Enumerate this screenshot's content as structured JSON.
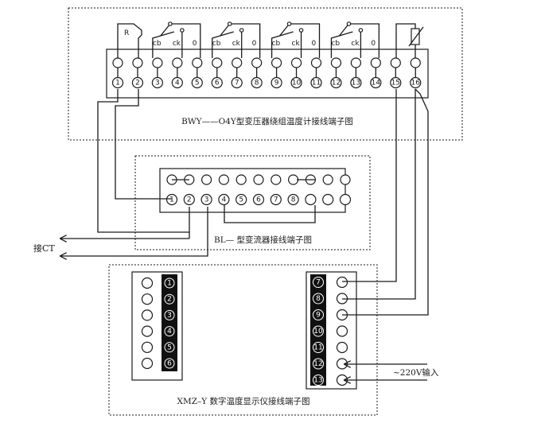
{
  "bwy": {
    "title": "BWY——O4Y型变压器绕组温度计接线端子图",
    "r_label": "R",
    "switch_labels": [
      "cb",
      "ck",
      "0"
    ],
    "terminals": [
      "1",
      "2",
      "3",
      "4",
      "5",
      "6",
      "7",
      "8",
      "9",
      "10",
      "11",
      "12",
      "13",
      "14",
      "15",
      "16"
    ]
  },
  "bl": {
    "title": "BL—  型变流器接线端子图",
    "terminals": [
      "1",
      "2",
      "3",
      "4",
      "5",
      "6",
      "7",
      "8"
    ]
  },
  "ct_label": "接CT",
  "xmz": {
    "title": "XMZ–Y 数字温度显示仪接线端子图",
    "left_terminals": [
      "1",
      "2",
      "3",
      "4",
      "5",
      "6"
    ],
    "right_terminals": [
      "7",
      "8",
      "9",
      "10",
      "11",
      "12",
      "13"
    ],
    "power_label": "~220V输入"
  }
}
